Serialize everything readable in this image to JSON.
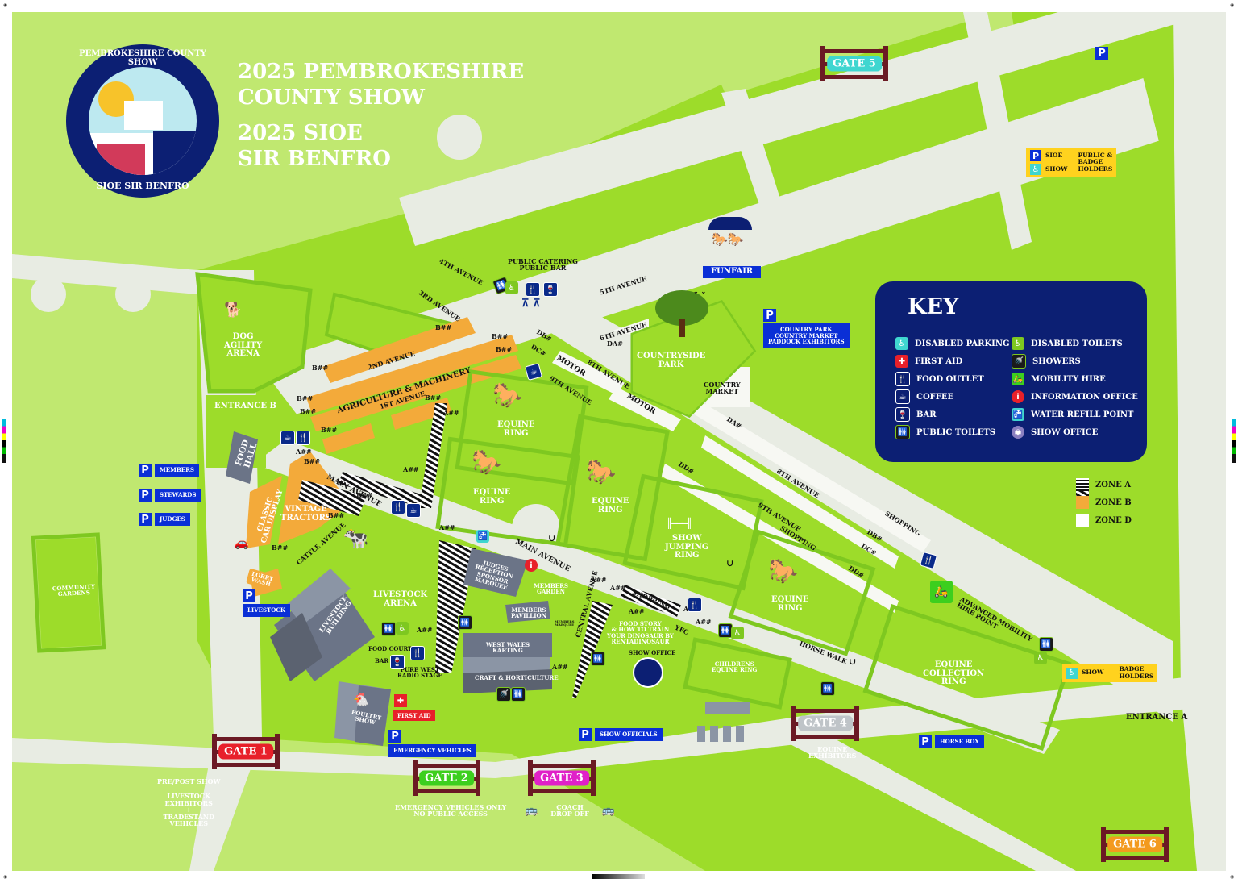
{
  "header": {
    "title_line1": "2025 PEMBROKESHIRE",
    "title_line2": "COUNTY SHOW",
    "title_line3": "2025 SIOE",
    "title_line4": "SIR BENFRO"
  },
  "logo": {
    "top_text": "PEMBROKESHIRE COUNTY SHOW",
    "bottom_text": "SIOE SIR BENFRO"
  },
  "colors": {
    "grass_light": "#c0e870",
    "grass_mid": "#9ddc2a",
    "grass_dark": "#7ec820",
    "road": "#e8ece3",
    "zone_b": "#f3aa3a",
    "key_bg": "#0c1f73",
    "parking_blue": "#0a2fd6",
    "gate_wood": "#6b1a24"
  },
  "key": {
    "title": "KEY",
    "left": [
      {
        "icon": "disabled-parking-icon",
        "label": "DISABLED PARKING"
      },
      {
        "icon": "first-aid-icon",
        "label": "FIRST AID"
      },
      {
        "icon": "food-outlet-icon",
        "label": "FOOD OUTLET"
      },
      {
        "icon": "coffee-icon",
        "label": "COFFEE"
      },
      {
        "icon": "bar-icon",
        "label": "BAR"
      },
      {
        "icon": "public-toilets-icon",
        "label": "PUBLIC TOILETS"
      }
    ],
    "right": [
      {
        "icon": "disabled-toilets-icon",
        "label": "DISABLED TOILETS"
      },
      {
        "icon": "showers-icon",
        "label": "SHOWERS"
      },
      {
        "icon": "mobility-hire-icon",
        "label": "MOBILITY HIRE"
      },
      {
        "icon": "information-office-icon",
        "label": "INFORMATION OFFICE"
      },
      {
        "icon": "water-refill-icon",
        "label": "WATER REFILL POINT"
      },
      {
        "icon": "show-office-icon",
        "label": "SHOW OFFICE"
      }
    ]
  },
  "zones": [
    {
      "label": "ZONE A",
      "style": "striped"
    },
    {
      "label": "ZONE B",
      "color": "#f3aa3a"
    },
    {
      "label": "ZONE D",
      "color": "#ffffff"
    }
  ],
  "gates": [
    {
      "label": "GATE 1",
      "color": "#e8202a"
    },
    {
      "label": "GATE 2",
      "color": "#3ccf1e"
    },
    {
      "label": "GATE 3",
      "color": "#e020c8"
    },
    {
      "label": "GATE 4",
      "color": "#bfc4c8"
    },
    {
      "label": "GATE 5",
      "color": "#3fd6d0"
    },
    {
      "label": "GATE 6",
      "color": "#f39a1e"
    }
  ],
  "gate_notes": {
    "gate1": [
      "PRE/POST SHOW",
      "",
      "LIVESTOCK",
      "EXHIBITORS",
      "+",
      "TRADESTAND",
      "VEHICLES"
    ],
    "gate2": [
      "EMERGENCY VEHICLES ONLY",
      "NO PUBLIC ACCESS"
    ],
    "gate3": [
      "COACH",
      "DROP OFF"
    ],
    "gate4": [
      "EQUINE",
      "EXHIBITORS"
    ]
  },
  "entrances": {
    "a": "ENTRANCE A",
    "b": "ENTRANCE B"
  },
  "parking": {
    "members": "MEMBERS",
    "stewards": "STEWARDS",
    "judges": "JUDGES",
    "livestock": "LIVESTOCK",
    "emergency": "EMERGENCY VEHICLES",
    "show_officials": "SHOW OFFICIALS",
    "horse_box": "HORSE BOX",
    "country_park": [
      "COUNTRY PARK",
      "COUNTRY MARKET",
      "PADDOCK EXHIBITORS"
    ],
    "p": "P",
    "sioe_top": {
      "col1": [
        "SIOE",
        "SHOW"
      ],
      "col2": [
        "PUBLIC &",
        "BADGE",
        "HOLDERS"
      ]
    },
    "show_badge": {
      "col1": "SHOW",
      "col2": [
        "BADGE",
        "HOLDERS"
      ]
    }
  },
  "areas": {
    "dog_agility": [
      "DOG",
      "AGILITY",
      "ARENA"
    ],
    "food_hall": [
      "FOOD",
      "HALL"
    ],
    "classic_car": [
      "CLASSIC",
      "CAR DISPLAY"
    ],
    "vintage_tractors": [
      "VINTAGE",
      "TRACTORS"
    ],
    "lorry_wash": [
      "LORRY",
      "WASH"
    ],
    "community_gardens": [
      "COMMUNITY",
      "GARDENS"
    ],
    "livestock_building": [
      "LIVESTOCK",
      "BUILDING"
    ],
    "livestock_arena": [
      "LIVESTOCK",
      "ARENA"
    ],
    "agri_machinery": "AGRICULTURE & MACHINERY",
    "public_catering": [
      "PUBLIC CATERING",
      "PUBLIC BAR"
    ],
    "funfair": "FUNFAIR",
    "countryside_park": [
      "COUNTRYSIDE",
      "PARK"
    ],
    "country_market": [
      "COUNTRY",
      "MARKET"
    ],
    "equine_ring": [
      "EQUINE",
      "RING"
    ],
    "show_jumping": [
      "SHOW",
      "JUMPING",
      "RING"
    ],
    "judges_reception": [
      "JUDGES",
      "RECEPTION",
      "SPONSOR",
      "MARQUEE"
    ],
    "members_garden": [
      "MEMBERS",
      "GARDEN"
    ],
    "members_pavillion": [
      "MEMBERS",
      "PAVILLION"
    ],
    "members_marquee": [
      "MEMBERS",
      "MARQUEE"
    ],
    "west_wales_karting": [
      "WEST WALES",
      "KARTING"
    ],
    "craft_horticulture": "CRAFT & HORTICULTURE",
    "food_court": "FOOD COURT",
    "bar": "BAR",
    "pure_west": [
      "PURE WEST",
      "RADIO STAGE"
    ],
    "poultry_show": [
      "POULTRY",
      "SHOW"
    ],
    "first_aid": "FIRST AID",
    "food_story": [
      "FOOD STORY",
      "& HOW TO TRAIN",
      "YOUR DINOSAUR BY",
      "RENTADINOSAUR"
    ],
    "show_office": "SHOW OFFICE",
    "yfc": "YFC",
    "childrens_equine": [
      "CHILDRENS",
      "EQUINE RING"
    ],
    "equine_collection": [
      "EQUINE",
      "COLLECTION",
      "RING"
    ],
    "advanced_mobility": [
      "ADVANCED MOBILITY",
      "HIRE POINT"
    ]
  },
  "roads": {
    "first": "1ST AVENUE",
    "second": "2ND AVENUE",
    "third": "3RD AVENUE",
    "fourth": "4TH AVENUE",
    "fifth": "5TH AVENUE",
    "sixth": "6TH AVENUE",
    "eighth": "8TH AVENUE",
    "ninth": "9TH AVENUE",
    "main": "MAIN AVENUE",
    "cattle": "CATTLE AVENUE",
    "central": "CENTRAL AVENUE",
    "horse_walk": "HORSE WALK",
    "shopping": "SHOPPING",
    "motor": "MOTOR"
  },
  "plots": {
    "b": "B##",
    "a": "A##",
    "da": "DA#",
    "db": "DB#",
    "dc": "DC#",
    "dd": "DD#"
  }
}
